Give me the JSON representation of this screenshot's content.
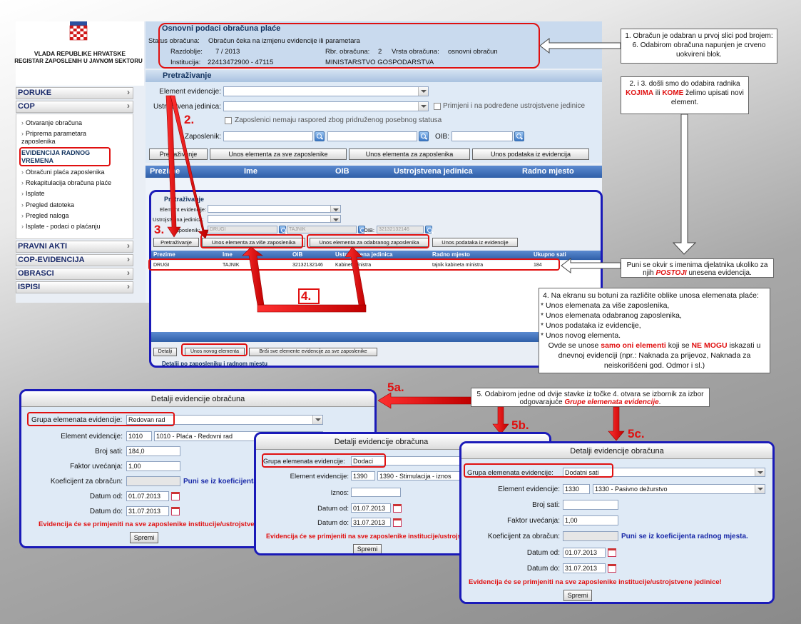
{
  "logo": {
    "line1": "VLADA REPUBLIKE HRVATSKE",
    "line2": "REGISTAR ZAPOSLENIH U JAVNOM SEKTORU"
  },
  "sidebar": {
    "items": [
      {
        "label": "PORUKE"
      },
      {
        "label": "COP"
      }
    ],
    "cop_sub": [
      "Otvaranje obračuna",
      "Priprema parametara zaposlenika",
      "EVIDENCIJA RADNOG VREMENA",
      "Obračuni plaća zaposlenika",
      "Rekapitulacija obračuna plaće",
      "Isplate",
      "Pregled datoteka",
      "Pregled naloga",
      "Isplate - podaci o plaćanju"
    ],
    "bottom": [
      "PRAVNI AKTI",
      "COP-EVIDENCIJA",
      "OBRASCI",
      "ISPISI"
    ]
  },
  "basic": {
    "title": "Osnovni podaci obračuna plaće",
    "status_label": "Status obračuna:",
    "status_value": "Obračun čeka na izmjenu evidencije ili parametara",
    "period_label": "Razdoblje:",
    "period_value": "7 / 2013",
    "rbr_label": "Rbr. obračuna:",
    "rbr_value": "2",
    "vrsta_label": "Vrsta obračuna:",
    "vrsta_value": "osnovni obračun",
    "inst_label": "Institucija:",
    "inst_value": "22413472900 - 47115",
    "ministry": "MINISTARSTVO GOSPODARSTVA"
  },
  "search": {
    "title": "Pretraživanje",
    "element_label": "Element evidencije:",
    "unit_label": "Ustrojstvena jedinica:",
    "apply_sub": "Primjeni i na podređene ustrojstvene jedinice",
    "no_schedule": "Zaposlenici nemaju raspored zbog pridruženog posebnog statusa",
    "employee_label": "Zaposlenik:",
    "oib_label": "OIB:",
    "buttons": [
      "Pretraživanje",
      "Unos elementa za sve zaposlenike",
      "Unos elementa za zaposlenika",
      "Unos podataka iz evidencija"
    ],
    "columns": [
      "Prezime",
      "Ime",
      "OIB",
      "Ustrojstvena jedinica",
      "Radno mjesto"
    ]
  },
  "inner": {
    "title": "Pretraživanje",
    "element_label": "Element evidencije:",
    "unit_label": "Ustrojstvena jedinica:",
    "employee_label": "Zaposlenik:",
    "emp_surname": "DRUGI",
    "emp_name": "TAJNIK",
    "oib_label": "OIB:",
    "oib_value": "32132132146",
    "buttons": [
      "Pretraživanje",
      "Unos elementa za više zaposlenika",
      "Unos elementa za odabranog zaposlenika",
      "Unos podataka iz evidencije"
    ],
    "columns": [
      "Prezime",
      "Ime",
      "OIB",
      "Ustrojstvena jedinica",
      "Radno mjesto",
      "Ukupno sati"
    ],
    "row": [
      "DRUGI",
      "TAJNIK",
      "32132132146",
      "Kabinet ministra",
      "tajnik kabineta ministra",
      "184"
    ],
    "bottom_buttons": [
      "Detalji",
      "Unos novog elementa",
      "Briši sve elemente evidencije za sve zaposlenike"
    ],
    "footer": "Detalji po zaposleniku i radnom mjestu"
  },
  "notes": {
    "n1": "1. Obračun je odabran u prvoj slici pod brojem: 6. Odabirom obračuna napunjen je crveno uokvireni blok.",
    "n2a": "2. i 3. došli smo do odabira radnika",
    "n2b": "KOJIMA",
    "n2c": "ili",
    "n2d": "KOME",
    "n2e": "želimo upisati novi element.",
    "n3a": "Puni se okvir s imenima djelatnika ukoliko za njih",
    "n3b": "POSTOJI",
    "n3c": "unesena evidencija.",
    "n4": [
      "4.  Na ekranu su botuni za različite oblike unosa elemenata plaće:",
      "* Unos elemenata za više zaposlenika,",
      "* Unos elemenata odabranog zaposlenika,",
      "* Unos podataka iz evidencije,",
      "* Unos novog elementa."
    ],
    "n4b_pre": "Ovde se unose",
    "n4b_red1": "samo oni elementi",
    "n4b_mid": "koji se",
    "n4b_red2": "NE MOGU",
    "n4b_post": "iskazati u dnevnoj evidenciji (npr.: Naknada za prijevoz, Naknada za neiskorišćeni god. Odmor i sl.)",
    "n5a": "5. Odabirom jedne od dvije stavke iz točke 4. otvara se izbornik za izbor odgovarajuće",
    "n5b": "Grupe elemenata evidencije",
    "n5c": "."
  },
  "labels": {
    "l2": "2.",
    "l3": "3.",
    "l4": "4.",
    "l5a": "5a.",
    "l5b": "5b.",
    "l5c": "5c."
  },
  "dialog": {
    "title": "Detalji evidencije obračuna",
    "group_label": "Grupa elemenata evidencije:",
    "element_label": "Element evidencije:",
    "hours_label": "Broj sati:",
    "factor_label": "Faktor uvećanja:",
    "coef_label": "Koeficijent za obračun:",
    "amount_label": "Iznos:",
    "from_label": "Datum od:",
    "to_label": "Datum do:",
    "coef_note": "Puni se iz koeficijenta radnog mjesta.",
    "warning": "Evidencija će se primjeniti na sve zaposlenike institucije/ustrojstvene jedinice!",
    "save": "Spremi",
    "from": "01.07.2013",
    "to": "31.07.2013"
  },
  "d5a": {
    "group": "Redovan rad",
    "code": "1010",
    "element": "1010 - Plaća - Redovni rad",
    "hours": "184,0",
    "factor": "1,00"
  },
  "d5b": {
    "group": "Dodaci",
    "code": "1390",
    "element": "1390 - Stimulacija - iznos"
  },
  "d5c": {
    "group": "Dodatni sati",
    "code": "1330",
    "element": "1330 - Pasivno dežurstvo",
    "factor": "1,00"
  }
}
